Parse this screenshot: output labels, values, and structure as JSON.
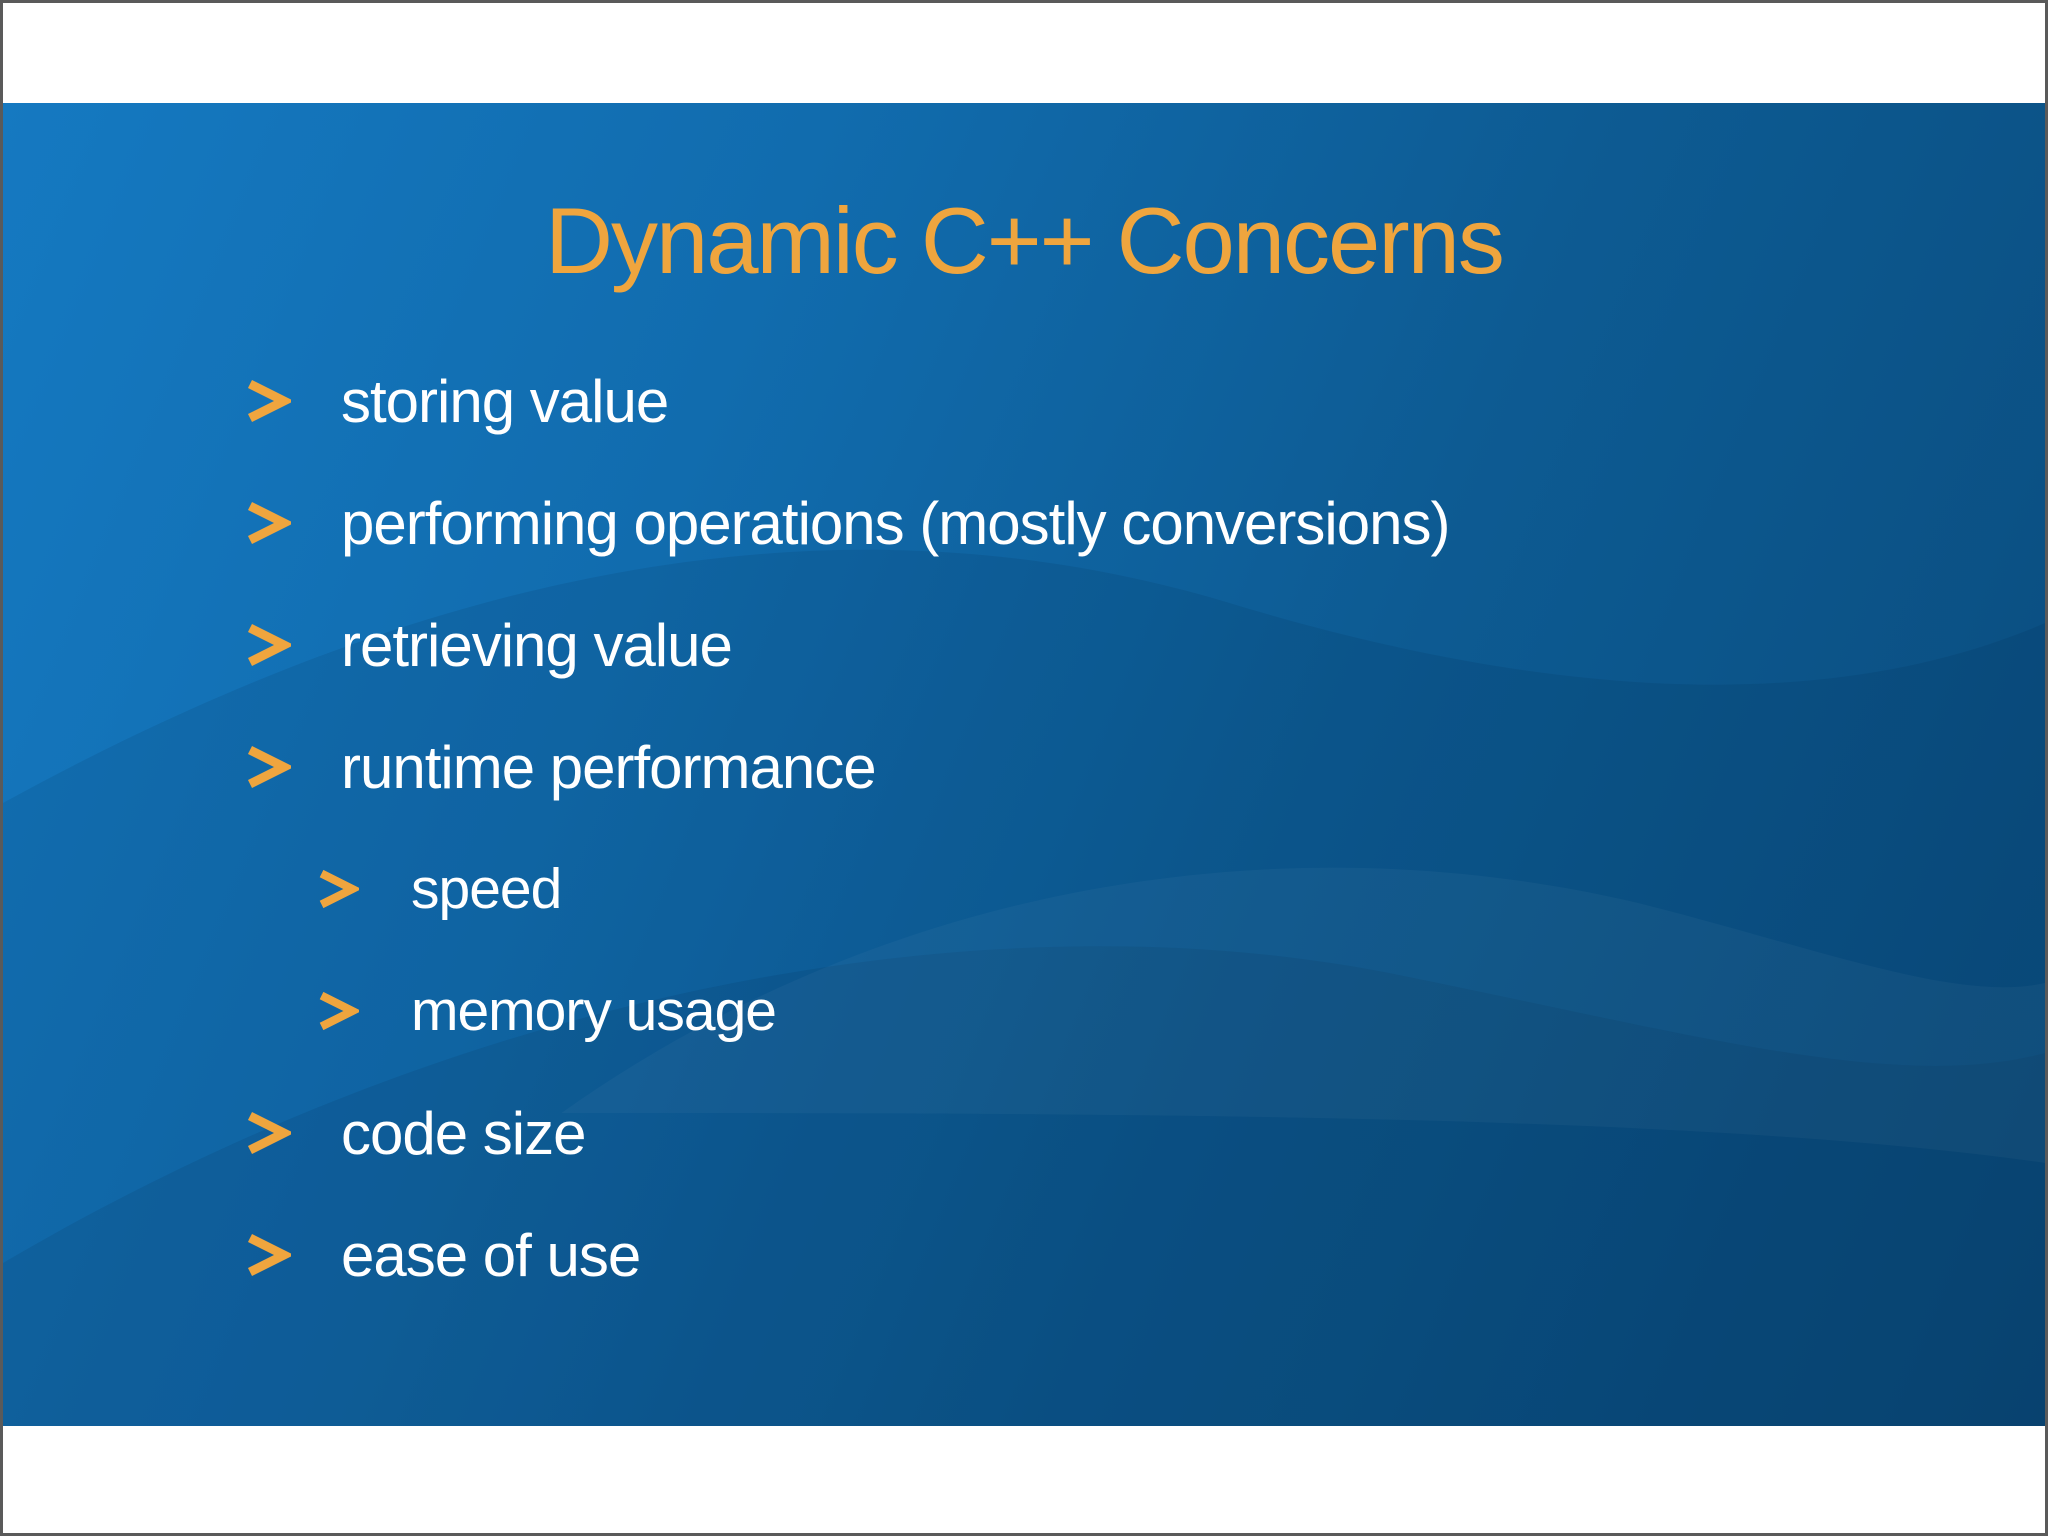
{
  "slide": {
    "title": "Dynamic C++ Concerns",
    "bullet_glyph": ">",
    "bullets": [
      {
        "label": "storing value",
        "level": 1
      },
      {
        "label": "performing operations (mostly conversions)",
        "level": 1
      },
      {
        "label": "retrieving value",
        "level": 1
      },
      {
        "label": "runtime performance",
        "level": 1
      },
      {
        "label": "speed",
        "level": 2
      },
      {
        "label": "memory usage",
        "level": 2
      },
      {
        "label": "code size",
        "level": 1
      },
      {
        "label": "ease of use",
        "level": 1
      }
    ],
    "colors": {
      "accent_orange": "#efa53e",
      "text_white": "#ffffff",
      "slide_blue_light": "#1579c1",
      "slide_blue_dark": "#0a4b7c",
      "frame_border_gray": "#5a5a5a",
      "band_white": "#ffffff"
    }
  }
}
